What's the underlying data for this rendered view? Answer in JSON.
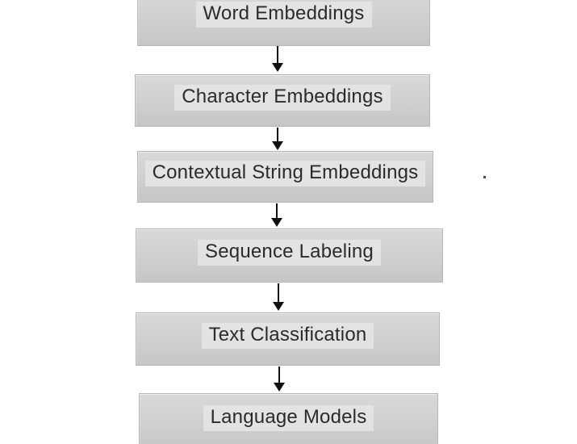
{
  "diagram": {
    "type": "flowchart",
    "direction": "top-down",
    "nodes": [
      {
        "id": "word-embeddings",
        "label": "Word Embeddings"
      },
      {
        "id": "character-embeddings",
        "label": "Character Embeddings"
      },
      {
        "id": "contextual-string-embeddings",
        "label": "Contextual String Embeddings"
      },
      {
        "id": "sequence-labeling",
        "label": "Sequence Labeling"
      },
      {
        "id": "text-classification",
        "label": "Text Classification"
      },
      {
        "id": "language-models",
        "label": "Language Models"
      }
    ],
    "edges": [
      {
        "from": "word-embeddings",
        "to": "character-embeddings"
      },
      {
        "from": "character-embeddings",
        "to": "contextual-string-embeddings"
      },
      {
        "from": "contextual-string-embeddings",
        "to": "sequence-labeling"
      },
      {
        "from": "sequence-labeling",
        "to": "text-classification"
      },
      {
        "from": "text-classification",
        "to": "language-models"
      }
    ],
    "colors": {
      "background": "#ffffff",
      "node_fill_top": "#d9d9d9",
      "node_fill_bottom": "#c6c6c6",
      "node_border": "#b7b7b7",
      "label_highlight": "#e3e3e3",
      "text": "#2b2b2b",
      "arrow": "#111111"
    }
  }
}
